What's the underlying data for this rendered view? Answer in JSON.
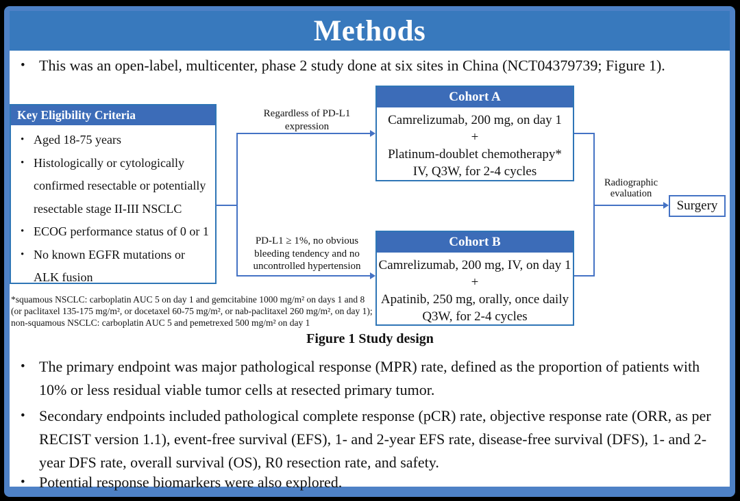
{
  "ui": {
    "bullet_char": "•"
  },
  "colors": {
    "frame_blue": "#4e81c6",
    "title_bar_blue": "#3879bd",
    "box_header_blue": "#3c6cb8",
    "box_border_blue": "#2e75b6",
    "connector_blue": "#4472c4"
  },
  "slide": {
    "title": "Methods"
  },
  "intro": {
    "text": "This was an open-label, multicenter, phase 2 study done at six sites in China (NCT04379739; Figure 1)."
  },
  "figure": {
    "eligibility": {
      "header": "Key Eligibility Criteria",
      "items": [
        "Aged 18-75 years",
        "Histologically or cytologically confirmed resectable or potentially resectable stage II-III NSCLC",
        "ECOG performance status of 0 or 1",
        "No known EGFR mutations or ALK fusion"
      ]
    },
    "branch_a_condition": "Regardless of PD-L1 expression",
    "branch_b_condition": "PD-L1 ≥ 1%, no obvious bleeding tendency and no uncontrolled hypertension",
    "cohort_a": {
      "header": "Cohort A",
      "lines": [
        "Camrelizumab, 200 mg, on day 1",
        "+",
        "Platinum-doublet chemotherapy*",
        "IV, Q3W, for 2-4 cycles"
      ]
    },
    "cohort_b": {
      "header": "Cohort B",
      "lines": [
        "Camrelizumab, 200 mg, IV, on day 1",
        "+",
        "Apatinib, 250 mg, orally, once daily",
        "Q3W, for 2-4 cycles"
      ]
    },
    "evaluation_label": "Radiographic evaluation",
    "surgery_label": "Surgery",
    "footnote": "*squamous NSCLC: carboplatin AUC 5 on day 1 and gemcitabine 1000 mg/m² on days 1 and 8 (or paclitaxel 135-175 mg/m², or docetaxel 60-75 mg/m², or nab-paclitaxel 260 mg/m², on day 1); non-squamous NSCLC: carboplatin AUC 5 and pemetrexed 500 mg/m² on day 1",
    "caption": "Figure 1 Study design"
  },
  "bullets": [
    "The primary endpoint was major pathological response (MPR) rate, defined as the proportion of patients with 10% or less residual viable tumor cells at resected primary tumor.",
    "Secondary endpoints included pathological complete response (pCR) rate, objective response rate (ORR, as per RECIST version 1.1), event-free survival (EFS), 1- and 2-year EFS rate, disease-free survival (DFS), 1- and 2-year DFS rate, overall survival (OS), R0 resection rate, and safety.",
    "Potential response biomarkers were also explored."
  ]
}
